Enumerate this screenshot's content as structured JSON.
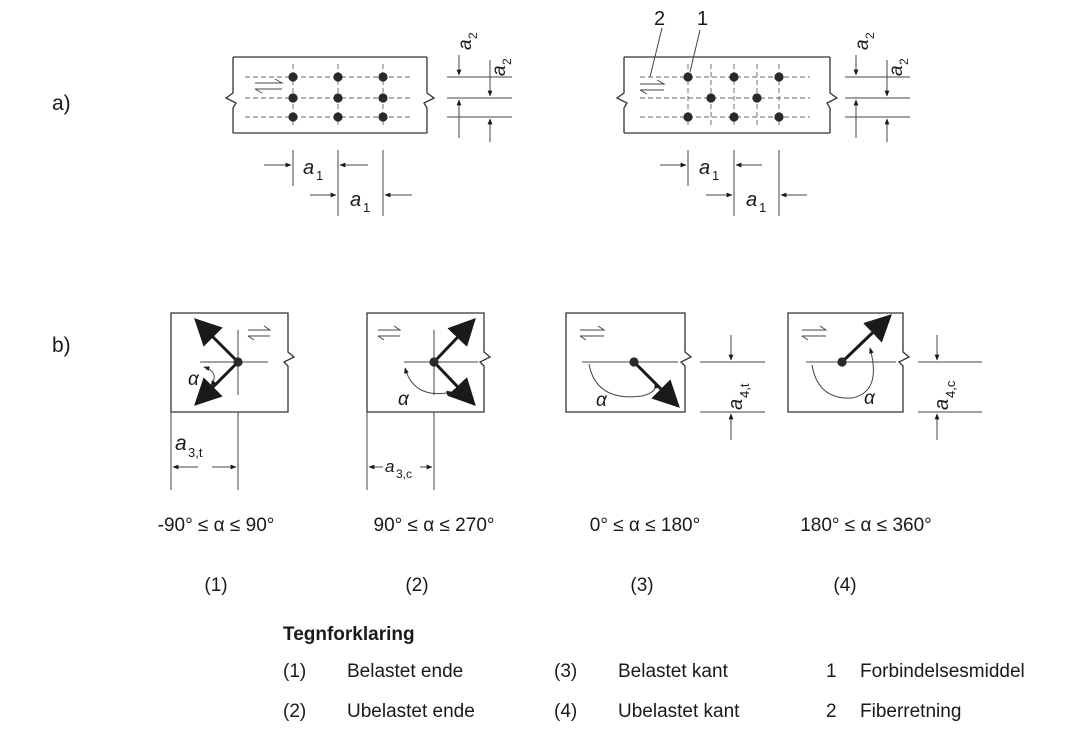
{
  "parts": {
    "a": "a)",
    "b": "b)"
  },
  "callouts": {
    "fastener_no": "2",
    "fiber_no": "1"
  },
  "symbols": {
    "a1": "a",
    "a1_sub": "1",
    "a2": "a",
    "a2_sub": "2",
    "a3t": "a",
    "a3t_sub": "3,t",
    "a3c": "a",
    "a3c_sub": "3,c",
    "a4t": "a",
    "a4t_sub": "4,t",
    "a4c": "a",
    "a4c_sub": "4,c",
    "alpha": "α"
  },
  "cases": [
    {
      "num": "(1)",
      "range": "-90° ≤ α ≤ 90°"
    },
    {
      "num": "(2)",
      "range": "90° ≤ α ≤ 270°"
    },
    {
      "num": "(3)",
      "range": "0° ≤ α ≤ 180°"
    },
    {
      "num": "(4)",
      "range": "180° ≤ α ≤ 360°"
    }
  ],
  "legend": {
    "title": "Tegnforklaring",
    "rows": [
      [
        {
          "key": "(1)",
          "text": "Belastet ende"
        },
        {
          "key": "(3)",
          "text": "Belastet kant"
        },
        {
          "key": "1",
          "text": "Forbindelsesmiddel"
        }
      ],
      [
        {
          "key": "(2)",
          "text": "Ubelastet ende"
        },
        {
          "key": "(4)",
          "text": "Ubelastet kant"
        },
        {
          "key": "2",
          "text": "Fiberretning"
        }
      ]
    ]
  },
  "colors": {
    "ink": "#1a1a1a",
    "guide": "#666666"
  },
  "icons": [
    "grain-direction-icon",
    "fastener-dot-icon",
    "arrow-icon"
  ]
}
